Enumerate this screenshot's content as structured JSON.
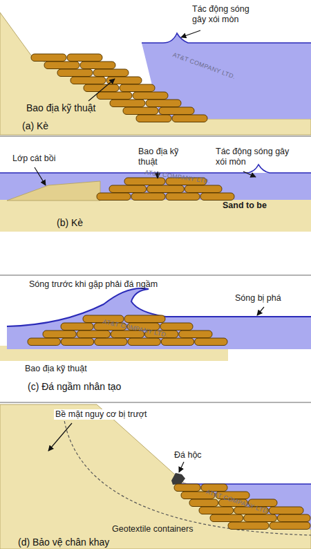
{
  "diagram": {
    "labels": [
      "Tác động sóng gây xói mòn",
      "AT&T COMPANY LTD.",
      "Bao địa kỹ thuật",
      "(a) Kè",
      "Lớp cát bồi",
      "Bao địa kỹ thuật",
      "Tác động sóng gây xói mòn",
      "AT&T COMPANY LTD.",
      "Sand to be",
      "(b) Kè",
      "Sóng trước khi gặp phải đá ngầm",
      "Sóng bị phá",
      "AT&T COMPANY LTD.",
      "Bao địa kỹ thuật",
      "(c) Đá ngầm nhân tạo",
      "Bề mặt nguy cơ bị trượt",
      "Đá hộc",
      "AT&T COMPANY LTD.",
      "Geotextile containers",
      "(d) Bảo vệ chân khay"
    ]
  }
}
